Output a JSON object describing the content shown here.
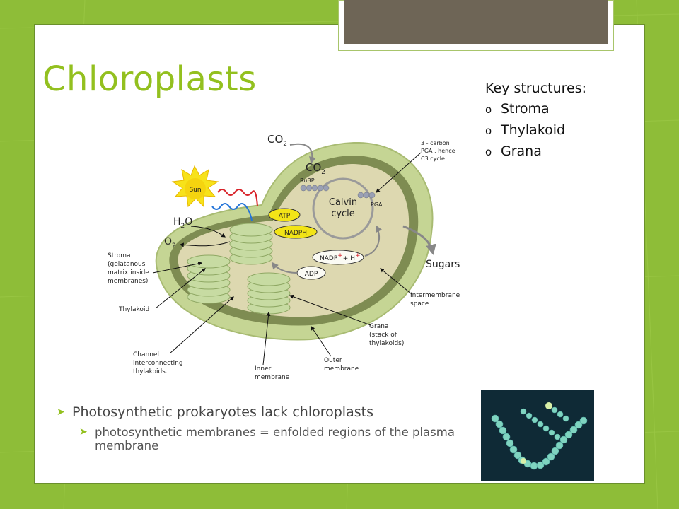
{
  "slide": {
    "title": "Chloroplasts",
    "key_structures": {
      "heading": "Key structures:",
      "items": [
        "Stroma",
        "Thylakoid",
        "Grana"
      ],
      "bullet_char": "o"
    },
    "bullets": {
      "main": "Photosynthetic prokaryotes lack chloroplasts",
      "sub": "photosynthetic membranes = enfolded regions of the plasma membrane"
    }
  },
  "diagram": {
    "co2_outer": "CO",
    "co2_inner": "CO",
    "sub2": "2",
    "sun": "Sun",
    "h2o": "H",
    "h2o_tail": "O",
    "o2": "O",
    "rubp": "RuBP",
    "pga": "PGA",
    "calvin_1": "Calvin",
    "calvin_2": "cycle",
    "atp": "ATP",
    "nadph": "NADPH",
    "nadp": "NADP",
    "plus": "+",
    "h_plus": "+ H",
    "adp": "ADP",
    "sugars": "Sugars",
    "c3_lines": [
      "3 - carbon",
      "PGA , hence",
      "C3 cycle"
    ],
    "stroma_lines": [
      "Stroma",
      "(gelatanous",
      "matrix inside",
      "membranes)"
    ],
    "thylakoid": "Thylakoid",
    "channel_lines": [
      "Channel",
      "interconnecting",
      "thylakoids."
    ],
    "inner_lines": [
      "Inner",
      "membrane"
    ],
    "outer_lines": [
      "Outer",
      "membrane"
    ],
    "grana_lines": [
      "Grana",
      "(stack of",
      "thylakoids)"
    ],
    "intermembrane_lines": [
      "Intermembrane",
      "space"
    ]
  },
  "colors": {
    "background_green": "#8fbf3a",
    "title_green": "#93c01f",
    "tab_brown": "#6e6556",
    "chloroplast_outer": "#c8d79a",
    "chloroplast_inner": "#ded9b1",
    "grana_green": "#c9dca4"
  }
}
